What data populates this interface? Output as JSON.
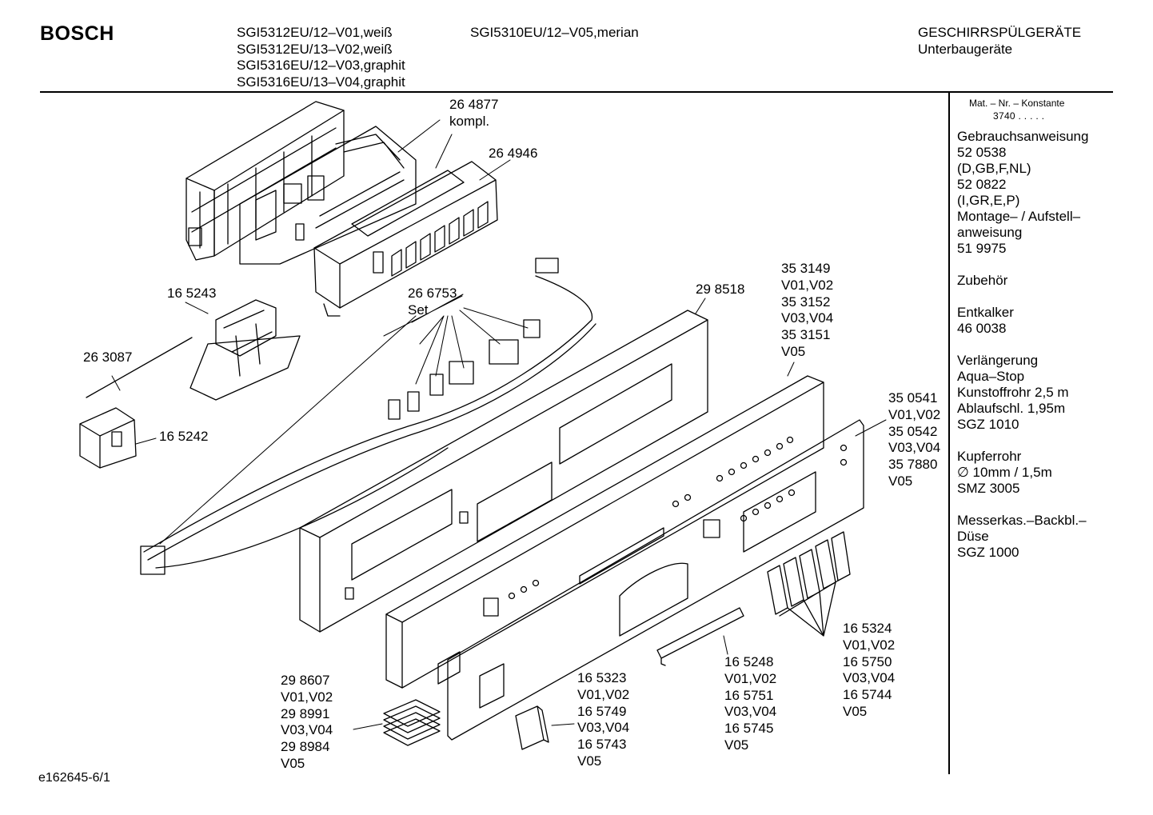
{
  "header": {
    "brand": "BOSCH",
    "models_col1": [
      "SGI5312EU/12–V01,weiß",
      "SGI5312EU/13–V02,weiß",
      "SGI5316EU/12–V03,graphit",
      "SGI5316EU/13–V04,graphit"
    ],
    "models_col2": [
      "SGI5310EU/12–V05,merian"
    ],
    "category": [
      "GESCHIRRSPÜLGERÄTE",
      "Unterbaugeräte"
    ]
  },
  "sidebar": {
    "mat_header": "Mat. – Nr. – Konstante",
    "mat_constant": "3740  .  .  .  .  .",
    "groups": [
      [
        "Gebrauchsanweisung",
        "52 0538",
        "(D,GB,F,NL)",
        "52 0822",
        "(I,GR,E,P)",
        "Montage– / Aufstell–",
        "anweisung",
        "51 9975"
      ],
      [
        "Zubehör"
      ],
      [
        "Entkalker",
        "46 0038"
      ],
      [
        "Verlängerung",
        "Aqua–Stop",
        "Kunstoffrohr 2,5 m",
        "Ablaufschl. 1,95m",
        "SGZ 1010"
      ],
      [
        "Kupferrohr",
        "∅ 10mm / 1,5m",
        "SMZ 3005"
      ],
      [
        "Messerkas.–Backbl.–",
        "Düse",
        "SGZ 1000"
      ]
    ]
  },
  "labels": {
    "l264877": [
      "26 4877",
      "kompl."
    ],
    "l264946": [
      "26 4946"
    ],
    "l165243": [
      "16 5243"
    ],
    "l263087": [
      "26 3087"
    ],
    "l165242": [
      "16 5242"
    ],
    "l266753": [
      "26 6753",
      "Set"
    ],
    "l298518": [
      "29 8518"
    ],
    "l353149": [
      "35 3149",
      "V01,V02",
      "35 3152",
      "V03,V04",
      "35 3151",
      "V05"
    ],
    "l350541": [
      "35 0541",
      "V01,V02",
      "35 0542",
      "V03,V04",
      "35 7880",
      "V05"
    ],
    "l165324": [
      "16 5324",
      "V01,V02",
      "16 5750",
      "V03,V04",
      "16 5744",
      "V05"
    ],
    "l165248": [
      "16 5248",
      "V01,V02",
      "16 5751",
      "V03,V04",
      "16 5745",
      "V05"
    ],
    "l165323": [
      "16 5323",
      "V01,V02",
      "16 5749",
      "V03,V04",
      "16 5743",
      "V05"
    ],
    "l298607": [
      "29 8607",
      "V01,V02",
      "29 8991",
      "V03,V04",
      "29 8984",
      "V05"
    ]
  },
  "footer": {
    "drawing_id": "e162645-6/1"
  }
}
